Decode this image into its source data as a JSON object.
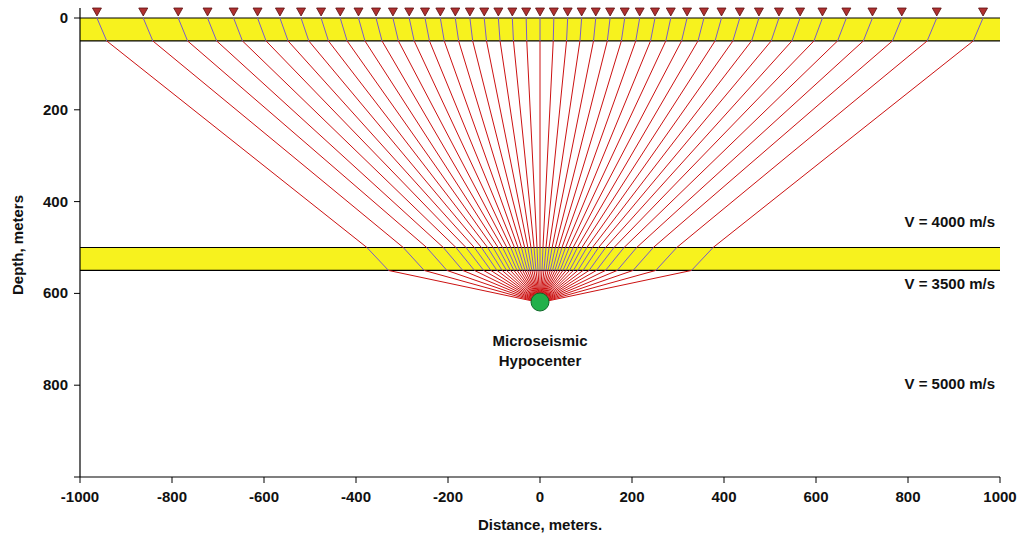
{
  "diagram": {
    "labels": [
      "V = 4000 m/s",
      "V = 3500 m/s",
      "V = 5000 m/s",
      "Microseismic Hypocenter",
      "0",
      "200",
      "400",
      "600",
      "800",
      "Depth, meters",
      "-1000",
      "-800",
      "-600",
      "-400",
      "-200",
      "0",
      "200",
      "400",
      "600",
      "800",
      "1000",
      "Distance, meters."
    ]
  }
}
